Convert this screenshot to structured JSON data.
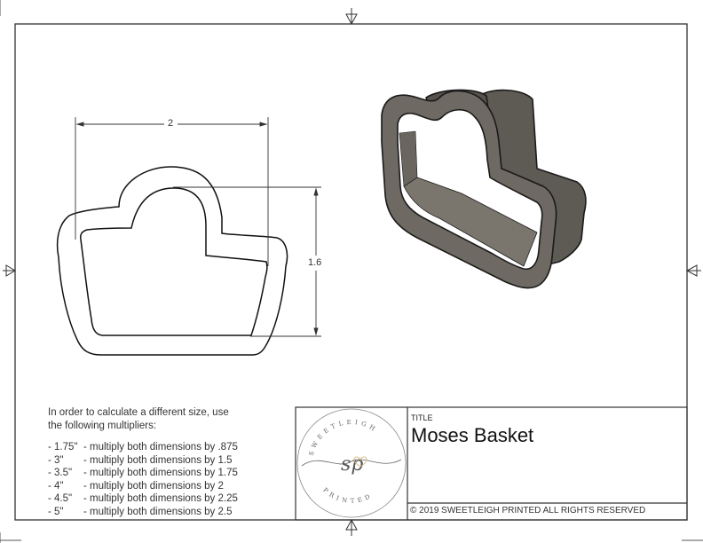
{
  "drawing": {
    "dimensions": {
      "width_label": "2",
      "height_label": "1.6"
    },
    "views": [
      "2d-outline",
      "3d-isometric"
    ]
  },
  "notes": {
    "intro_line1": "In order to calculate a different size, use",
    "intro_line2": "the following multipliers:",
    "multipliers": [
      {
        "size": "- 1.75\"",
        "text": "- multiply both dimensions by .875"
      },
      {
        "size": "- 3\"",
        "text": "- multiply both dimensions by 1.5"
      },
      {
        "size": "- 3.5\"",
        "text": "- multiply both dimensions by 1.75"
      },
      {
        "size": "- 4\"",
        "text": "- multiply both dimensions by 2"
      },
      {
        "size": "- 4.5\"",
        "text": "- multiply both dimensions by 2.25"
      },
      {
        "size": "- 5\"",
        "text": "- multiply both dimensions by 2.5"
      }
    ]
  },
  "title_block": {
    "title_label": "TITLE",
    "title_value": "Moses Basket",
    "copyright": "© 2019  SWEETLEIGH PRINTED  ALL RIGHTS RESERVED",
    "logo": {
      "top_text": "SWEETLEIGH",
      "monogram": "sp",
      "bottom_text": "PRINTED",
      "heart_color": "#e8d6a8"
    }
  },
  "colors": {
    "line": "#222222",
    "border": "#333333",
    "model_fill": "#6e6a63",
    "model_dark": "#4f4c47",
    "model_light": "#8a867e"
  }
}
